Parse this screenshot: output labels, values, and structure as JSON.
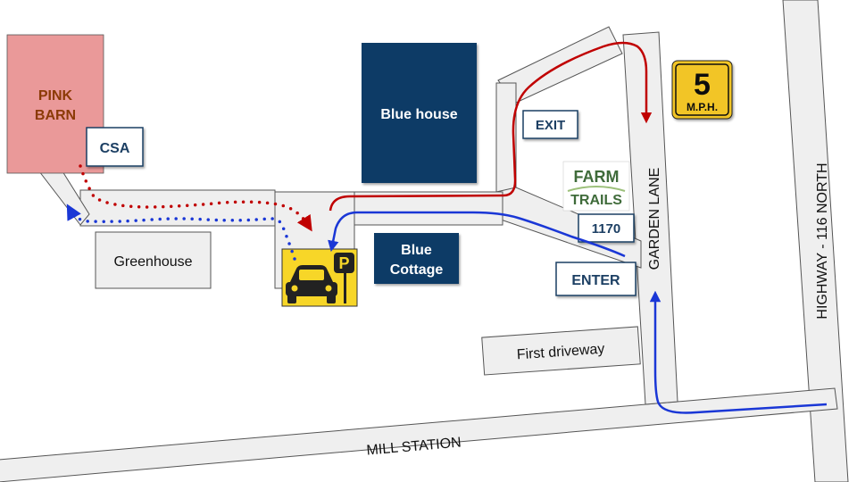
{
  "labels": {
    "pink_barn_line1": "PINK",
    "pink_barn_line2": "BARN",
    "csa": "CSA",
    "greenhouse": "Greenhouse",
    "blue_house": "Blue house",
    "blue_cottage_line1": "Blue",
    "blue_cottage_line2": "Cottage",
    "exit": "EXIT",
    "enter": "ENTER",
    "address": "1170",
    "first_driveway": "First driveway",
    "garden_lane": "GARDEN LANE",
    "mill_station": "MILL STATION",
    "highway": "HIGHWAY - 116 NORTH",
    "speed_value": "5",
    "speed_unit": "M.P.H.",
    "farm_trails_line1": "FARM",
    "farm_trails_line2": "TRAILS",
    "parking_letter": "P"
  },
  "icons": {
    "parking": "car-parking-icon",
    "speed": "speed-limit-sign-icon",
    "farm_trails": "farm-trails-logo-icon"
  },
  "colors": {
    "road": "#efefef",
    "road_stroke": "#555555",
    "pink_barn": "#ea9999",
    "pink_barn_text": "#8b3a06",
    "navy": "#0b3a66",
    "label_text": "#1c3f63",
    "exit_route": "#c00000",
    "enter_route": "#1a37d6",
    "parking_yellow": "#f7d628"
  }
}
